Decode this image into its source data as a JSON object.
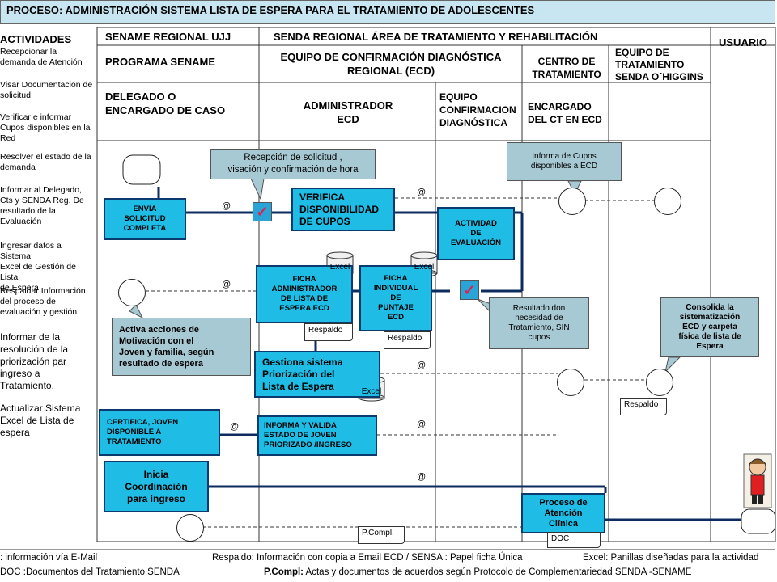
{
  "title": "PROCESO:  ADMINISTRACIÓN SISTEMA LISTA DE ESPERA PARA  EL TRATAMIENTO DE ADOLESCENTES",
  "headers": {
    "activities": "ACTIVIDADES",
    "sename_regional": "SENAME REGIONAL UJJ",
    "senda_regional": "SENDA REGIONAL ÁREA DE TRATAMIENTO Y REHABILITACIÓN",
    "usuario": "USUARIO",
    "programa_sename": "PROGRAMA SENAME",
    "equipo_ecd": "EQUIPO DE CONFIRMACIÓN DIAGNÓSTICA\nREGIONAL (ECD)",
    "centro_tratamiento": "CENTRO DE\nTRATAMIENTO",
    "equipo_tratamiento": "EQUIPO DE\nTRATAMIENTO\nSENDA O´HIGGINS",
    "delegado": "DELEGADO O\nENCARGADO DE CASO",
    "administrador_ecd": "ADMINISTRADOR\nECD",
    "equipo_confirmacion": "EQUIPO\nCONFIRMACION\nDIAGNÓSTICA",
    "encargado_ct": "ENCARGADO\nDEL CT EN ECD"
  },
  "activities": [
    "Recepcionar la\ndemanda de Atención",
    "Visar Documentación de\nsolicitud",
    "Verificar e informar\nCupos disponibles en la\nRed",
    "Resolver el estado de la\ndemanda",
    "Informar al Delegado,\nCts y SENDA Reg. De\nresultado de la\nEvaluación",
    "Ingresar datos a Sistema\nExcel de Gestión de Lista\nde Espera",
    "Respaldar Información\ndel proceso de\nevaluación y gestión",
    "Informar de la\nresolución de la\npriorización par\ningreso a\nTratamiento.",
    "Actualizar Sistema\nExcel de Lista de\nespera"
  ],
  "boxes": {
    "envia": "ENVÍA\nSOLICITUD\nCOMPLETA",
    "verifica": "VERIFICA\nDISPONIBILIDAD\nDE CUPOS",
    "actividad": "ACTIVIDAD\nDE\nEVALUACIÓN",
    "ficha_admin": "FICHA\nADMINISTRADOR\nDE LISTA DE\nESPERA  ECD",
    "ficha_individual": "FICHA\nINDIVIDUAL\nDE\nPUNTAJE\nECD",
    "gestiona": "Gestiona sistema\nPriorización del\nLista de Espera",
    "certifica": "CERTIFICA, JOVEN\nDISPONIBLE A\nTRATAMIENTO",
    "informa": "INFORMA Y VALIDA\nESTADO DE  JOVEN\nPRIORIZADO /INGRESO",
    "inicia": "Inicia\nCoordinación\npara ingreso",
    "proceso": "Proceso de\nAtención\nClínica"
  },
  "callouts": {
    "recepcion": "Recepción de solicitud ,\nvisación y confirmación de hora",
    "informa_cupos": "Informa de Cupos\ndisponibles a ECD",
    "activa": "Activa acciones de\nMotivación  con el\nJoven y familia, según\nresultado de espera",
    "resultado": "Resultado don\nnecesidad de\nTratamiento, SIN\ncupos",
    "consolida": "Consolida la\nsistematización\nECD y carpeta\nfísica de lista de\nEspera"
  },
  "docs": {
    "respaldo": "Respaldo",
    "pcompl": "P.Compl.",
    "doc": "DOC"
  },
  "db_label": "Excel",
  "email_marker": "@",
  "legend": {
    "email": ": información vía E-Mail",
    "respaldo": "Respaldo: Información con copia a Email ECD / SENSA : Papel ficha Única",
    "excel": "Excel: Panillas diseñadas para la actividad",
    "doc": "DOC :Documentos del Tratamiento SENDA",
    "pcompl_key": "P.Compl:",
    "pcompl": " Actas y documentos de acuerdos según Protocolo de Complementariedad SENDA -SENAME"
  },
  "colors": {
    "box_fill": "#1fbde6",
    "box_border": "#0a3a6e",
    "callout_fill": "#a7c9d4",
    "title_fill": "#c7e6f2",
    "line": "#0d2b5e"
  }
}
